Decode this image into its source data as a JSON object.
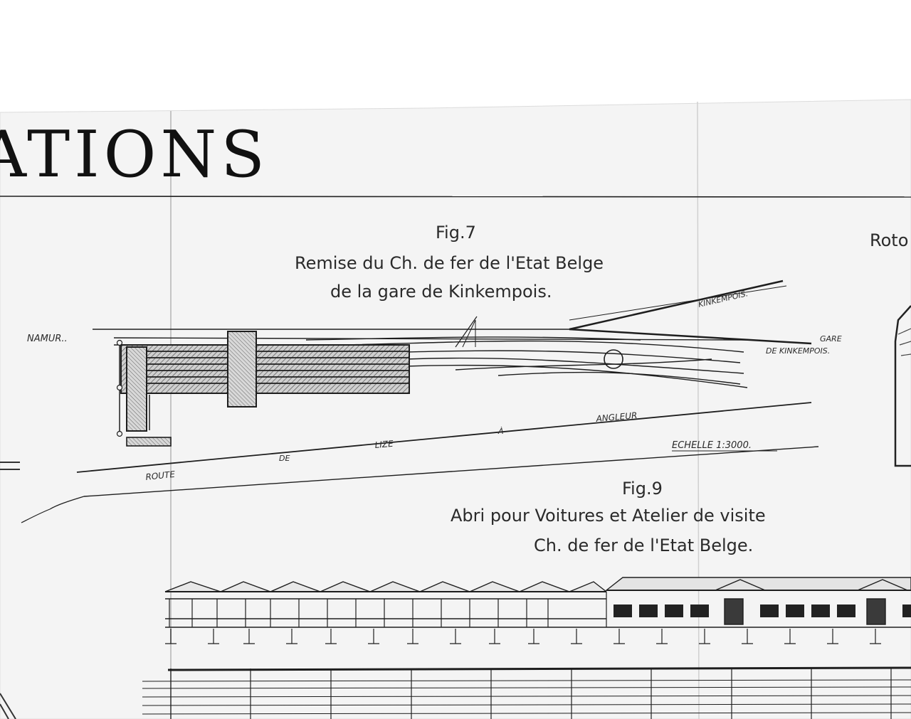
{
  "sheet": {
    "title_fragment": "ATIONS",
    "right_fragment": "Roto"
  },
  "fig7": {
    "number": "Fig.7",
    "caption_line1": "Remise du Ch. de fer de l'Etat Belge",
    "caption_line2": "de la gare de Kinkempois.",
    "labels": {
      "namur": "NAMUR..",
      "kinkempois": "KINKEMPOIS.",
      "gare": "GARE",
      "de_kinkempois": "DE KINKEMPOIS.",
      "angleur": "ANGLEUR",
      "a": "À",
      "lize": "LIZE",
      "de": "DE",
      "route": "ROUTE",
      "echelle": "ECHELLE 1:3000."
    }
  },
  "fig9": {
    "number": "Fig.9",
    "caption_line1": "Abri pour Voitures et Atelier de visite",
    "caption_line2": "Ch. de fer de l'Etat Belge."
  },
  "colors": {
    "paper": "#f6f6f6",
    "ink": "#1e1e1e",
    "hatch": "#9a9a9a"
  }
}
